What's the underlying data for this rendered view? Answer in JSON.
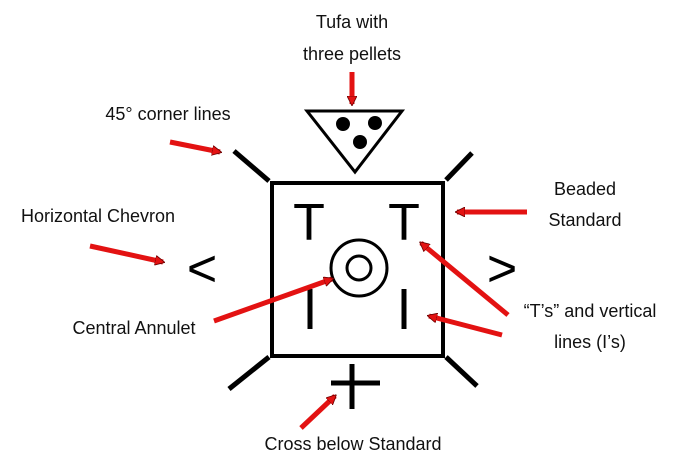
{
  "labels": {
    "tufa_line1": "Tufa with",
    "tufa_line2": "three pellets",
    "corner_lines": "45° corner lines",
    "beaded_line1": "Beaded",
    "beaded_line2": "Standard",
    "horizontal_chevron": "Horizontal Chevron",
    "central_annulet": "Central Annulet",
    "ts_line1": "“T’s” and vertical",
    "ts_line2": "lines (I’s)",
    "cross_below": "Cross below Standard"
  },
  "glyphs": {
    "t_left": "T",
    "t_right": "T",
    "chevron_left": "<",
    "chevron_right": ">"
  },
  "colors": {
    "arrow": "#e31212",
    "ink": "#000000"
  }
}
